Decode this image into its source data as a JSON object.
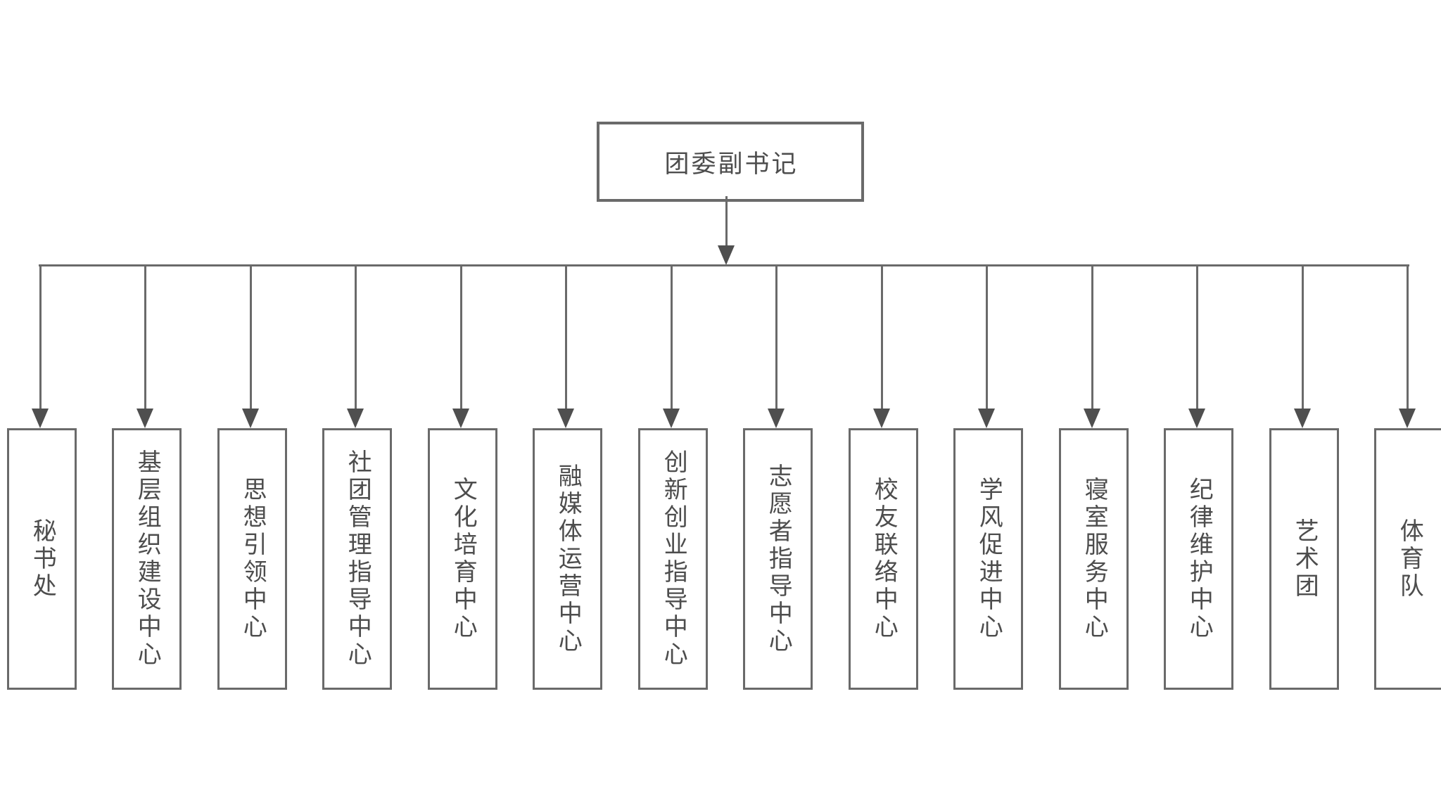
{
  "diagram": {
    "root": {
      "label": "团委副书记"
    },
    "children": [
      {
        "label": "秘书处"
      },
      {
        "label": "基层组织建设中心"
      },
      {
        "label": "思想引领中心"
      },
      {
        "label": "社团管理指导中心"
      },
      {
        "label": "文化培育中心"
      },
      {
        "label": "融媒体运营中心"
      },
      {
        "label": "创新创业指导中心"
      },
      {
        "label": "志愿者指导中心"
      },
      {
        "label": "校友联络中心"
      },
      {
        "label": "学风促进中心"
      },
      {
        "label": "寝室服务中心"
      },
      {
        "label": "纪律维护中心"
      },
      {
        "label": "艺术团"
      },
      {
        "label": "体育队"
      }
    ],
    "colors": {
      "line": "#6a6a6a",
      "arrowhead": "#4f4f4f",
      "text": "#4d4d4d",
      "background": "#ffffff",
      "node_background": "#ffffff"
    }
  }
}
